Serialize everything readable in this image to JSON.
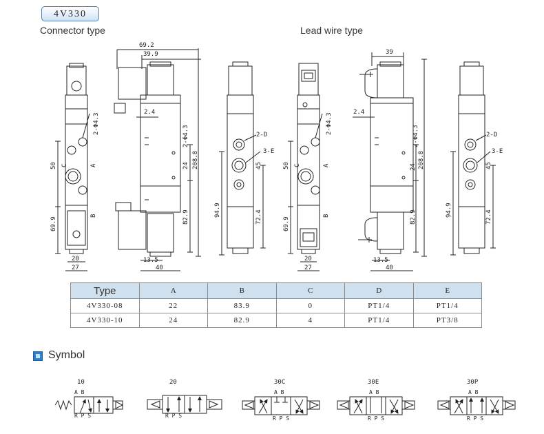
{
  "model": "4V330",
  "captions": {
    "connector": "Connector type",
    "lead_wire": "Lead wire type"
  },
  "dims": {
    "d69_2": "69.2",
    "d39_9": "39.9",
    "d2_4": "2.4",
    "d2phi43": "2-Φ4.3",
    "d24": "24",
    "d208_8": "208.8",
    "d82_9": "82.9",
    "d13_5": "13.5",
    "d40": "40",
    "d50": "50",
    "d69_9": "69.9",
    "d20": "20",
    "d27": "27",
    "dC": "C",
    "dA": "A",
    "dB": "B",
    "d2D": "2-D",
    "d3E": "3-E",
    "d45": "45",
    "d94_9": "94.9",
    "d72_4": "72.4",
    "d39": "39"
  },
  "table": {
    "headers": [
      "Type",
      "A",
      "B",
      "C",
      "D",
      "E"
    ],
    "rows": [
      [
        "4V330-08",
        "22",
        "83.9",
        "0",
        "PT1/4",
        "PT1/4"
      ],
      [
        "4V330-10",
        "24",
        "82.9",
        "4",
        "PT1/4",
        "PT3/8"
      ]
    ]
  },
  "symbol_title": "Symbol",
  "symbols": [
    {
      "name": "10",
      "top_ports": "A B",
      "bottom_ports": "R P S"
    },
    {
      "name": "20",
      "top_ports": "",
      "bottom_ports": "R P S"
    },
    {
      "name": "30C",
      "top_ports": "A B",
      "bottom_ports": "R P S"
    },
    {
      "name": "30E",
      "top_ports": "A B",
      "bottom_ports": "R P S"
    },
    {
      "name": "30P",
      "top_ports": "A B",
      "bottom_ports": "R P S"
    }
  ]
}
